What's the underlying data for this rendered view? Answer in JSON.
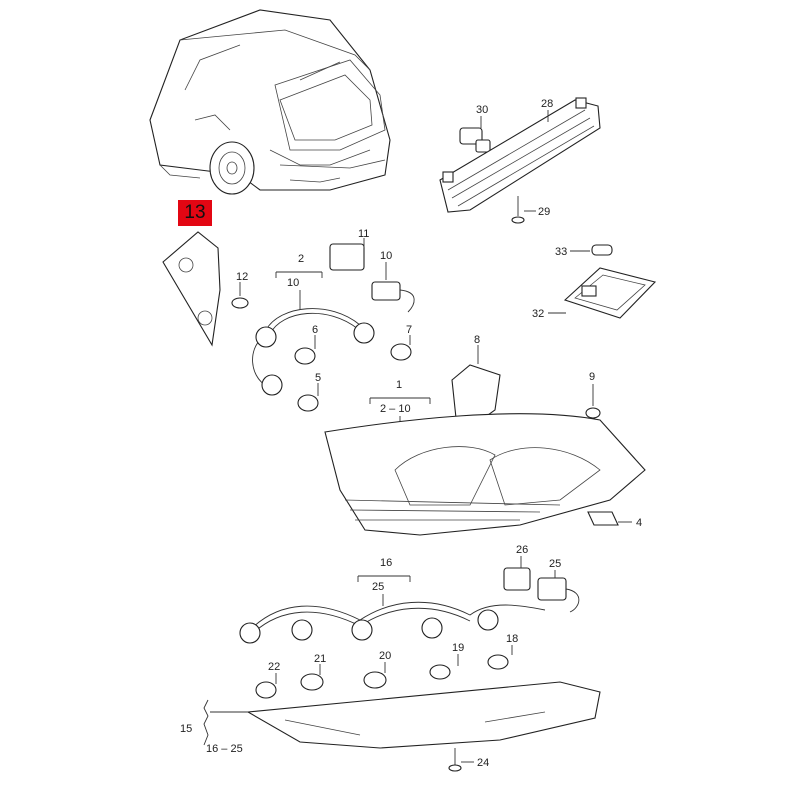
{
  "highlight": {
    "label": "13",
    "color": "#e30613"
  },
  "labels": {
    "p30": "30",
    "p28": "28",
    "p29": "29",
    "p33": "33",
    "p32": "32",
    "p11": "11",
    "p10": "10",
    "p2": "2",
    "p10b": "10",
    "p12": "12",
    "p6": "6",
    "p7": "7",
    "p5": "5",
    "p8": "8",
    "p1": "1",
    "p2_10": "2 – 10",
    "p9": "9",
    "p4": "4",
    "p16": "16",
    "p25a": "25",
    "p26": "26",
    "p25b": "25",
    "p22": "22",
    "p21": "21",
    "p20": "20",
    "p19": "19",
    "p18": "18",
    "p15": "15",
    "p16_25": "16 – 25",
    "p24": "24"
  }
}
